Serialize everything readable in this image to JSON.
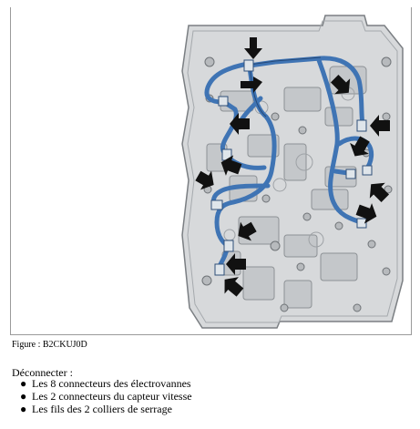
{
  "figure": {
    "caption": "Figure : B2CKUJ0D",
    "colors": {
      "plate": "#d7d9db",
      "plate_edge": "#7b7f83",
      "harness": "#3f74b4",
      "harness_dark": "#1f3f6a",
      "arrow": "#111111",
      "connector": "#dfe5ea"
    },
    "arrow_icon": "arrow-icon",
    "connector_icon": "connector-icon"
  },
  "instructions": {
    "heading": "Déconnecter :",
    "items": [
      "Les 8 connecteurs des électrovannes",
      "Les 2 connecteurs du capteur vitesse",
      "Les fils des 2 colliers de serrage"
    ],
    "bullet": "●"
  }
}
